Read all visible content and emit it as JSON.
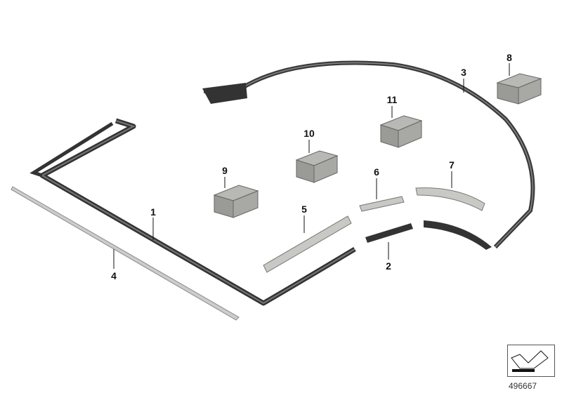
{
  "diagram": {
    "parts": [
      {
        "id": "1",
        "label": "1"
      },
      {
        "id": "2",
        "label": "2"
      },
      {
        "id": "3",
        "label": "3"
      },
      {
        "id": "4",
        "label": "4"
      },
      {
        "id": "5",
        "label": "5"
      },
      {
        "id": "6",
        "label": "6"
      },
      {
        "id": "7",
        "label": "7"
      },
      {
        "id": "8",
        "label": "8"
      },
      {
        "id": "9",
        "label": "9"
      },
      {
        "id": "10",
        "label": "10"
      },
      {
        "id": "11",
        "label": "11"
      }
    ],
    "reference_number": "496667",
    "colors": {
      "seal": "#3a3a3a",
      "box_top": "#b8b8b4",
      "box_side": "#9a9a96",
      "trim": "#c8c8c4"
    }
  }
}
